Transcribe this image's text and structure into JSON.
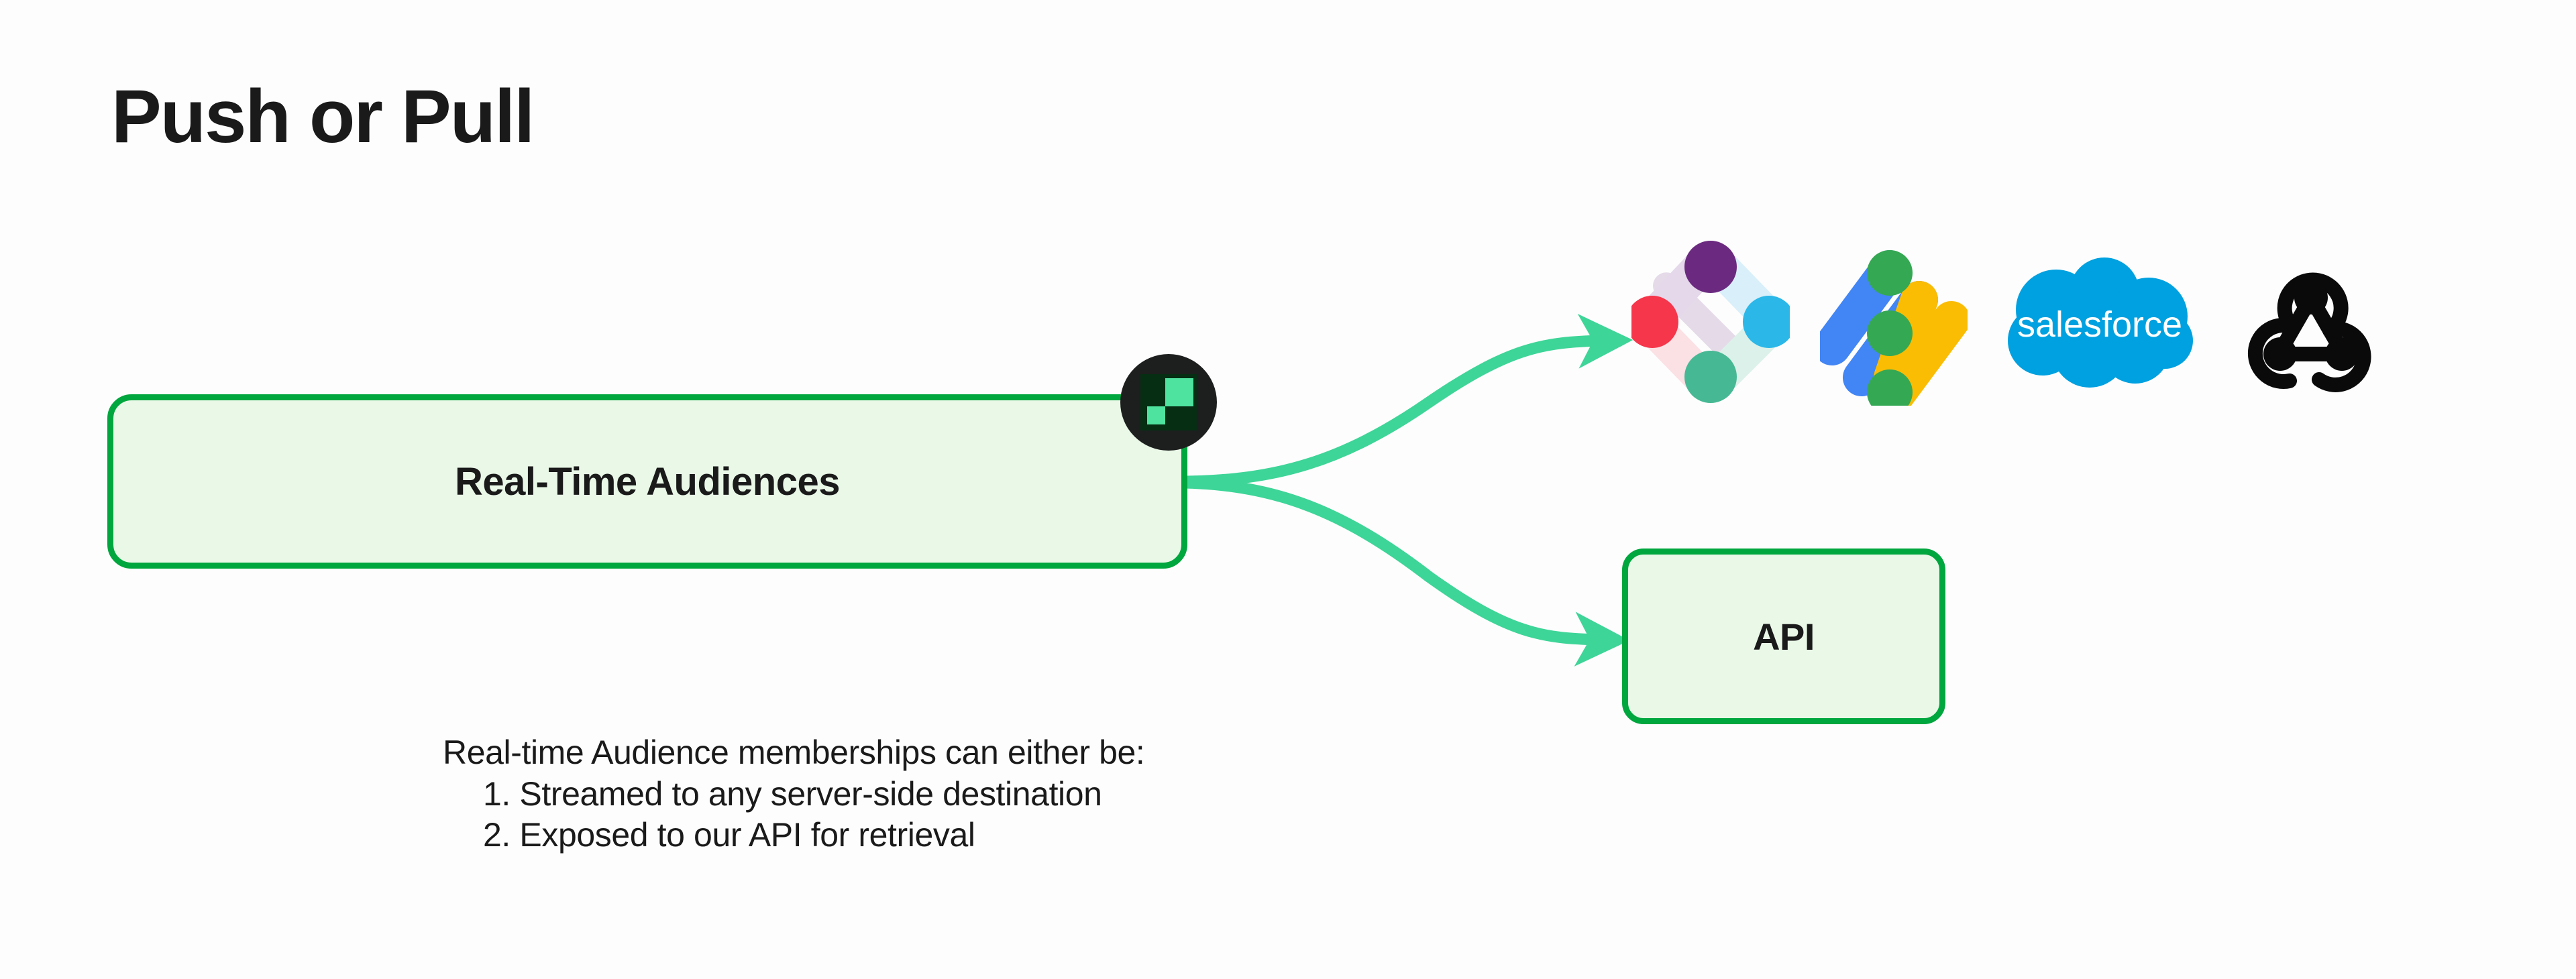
{
  "title": "Push or Pull",
  "diagram": {
    "source_box": {
      "label": "Real-Time Audiences",
      "badge_icon": "amplitude-logo-icon"
    },
    "api_box": {
      "label": "API"
    },
    "arrows": [
      {
        "name": "arrow-to-destinations",
        "direction": "right-up"
      },
      {
        "name": "arrow-to-api",
        "direction": "right-down"
      }
    ],
    "destinations": [
      {
        "name": "braze",
        "icon": "braze-logo-icon"
      },
      {
        "name": "google-ads",
        "icon": "google-ads-logo-icon"
      },
      {
        "name": "salesforce",
        "icon": "salesforce-logo-icon",
        "wordmark": "salesforce"
      },
      {
        "name": "webhook",
        "icon": "webhook-logo-icon"
      }
    ]
  },
  "caption": {
    "intro": "Real-time Audience memberships can either be:",
    "items": [
      "1. Streamed to any server-side destination",
      "2. Exposed to our API for retrieval"
    ]
  },
  "colors": {
    "background": "#FDFDFD",
    "text": "#1A1A1A",
    "box_border": "#00A63E",
    "box_fill": "#E9F8E7",
    "arrow": "#3ED598",
    "badge_bg": "#1D1F1E",
    "badge_accent": "#4EE39E",
    "badge_dark_square": "#062E13",
    "braze_purple": "#6B2A7F",
    "braze_red": "#F5364B",
    "braze_cyan": "#2BB8E8",
    "braze_teal": "#47B894",
    "google_blue": "#4285F4",
    "google_yellow": "#FBBC04",
    "google_green": "#34A853",
    "salesforce_blue": "#00A1E0",
    "webhook_black": "#0A0A0A"
  }
}
